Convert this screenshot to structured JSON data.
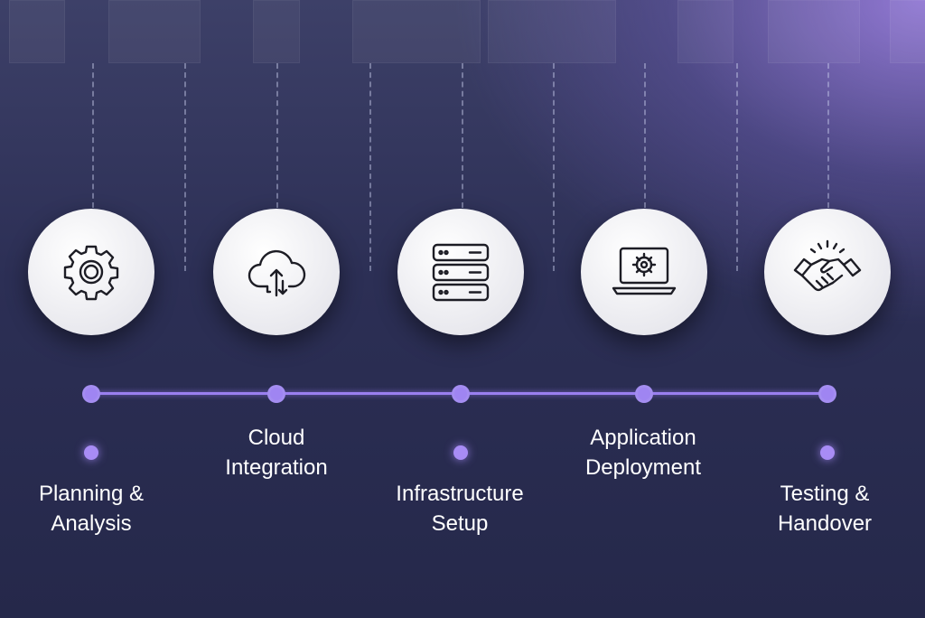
{
  "title": "Cloud project timeline",
  "steps": [
    {
      "label_line1": "Planning &",
      "label_line2": "Analysis",
      "icon": "gear-icon"
    },
    {
      "label_line1": "Cloud",
      "label_line2": "Integration",
      "icon": "cloud-sync-icon"
    },
    {
      "label_line1": "Infrastructure",
      "label_line2": "Setup",
      "icon": "server-icon"
    },
    {
      "label_line1": "Application",
      "label_line2": "Deployment",
      "icon": "laptop-gear-icon"
    },
    {
      "label_line1": "Testing &",
      "label_line2": "Handover",
      "icon": "handshake-icon"
    }
  ],
  "colors": {
    "accent": "#9f85f2",
    "background": "#2c2f55"
  }
}
